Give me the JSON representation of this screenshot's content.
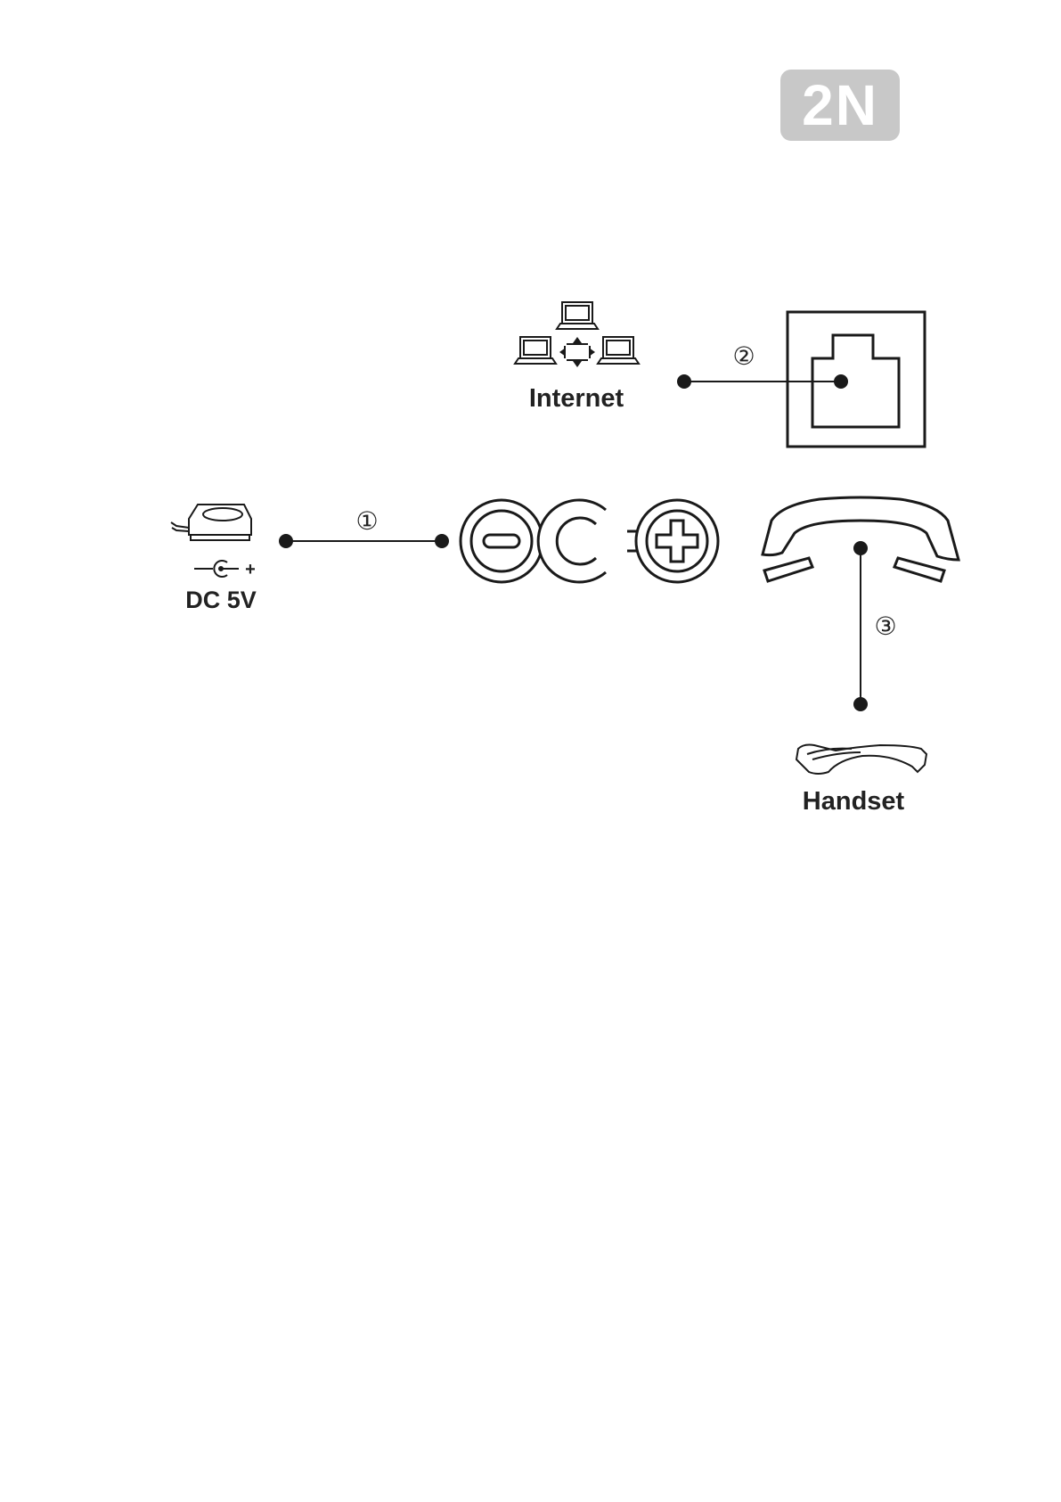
{
  "brand": {
    "logo_text": "2N",
    "logo_color": "#c8c8c8"
  },
  "labels": {
    "internet": "Internet",
    "dc": "DC 5V",
    "polarity_plus": "+",
    "handset": "Handset"
  },
  "steps": {
    "power": "①",
    "network": "②",
    "handset": "③"
  },
  "icons": {
    "network": "network-computers-icon",
    "ethernet_port": "ethernet-port-icon",
    "power_adapter": "power-adapter-icon",
    "dc_polarity": "dc-polarity-icon",
    "power_socket": "power-socket-icon",
    "handset_port": "handset-port-icon",
    "handset": "handset-icon"
  },
  "colors": {
    "line": "#1a1a1a",
    "background": "#ffffff"
  }
}
